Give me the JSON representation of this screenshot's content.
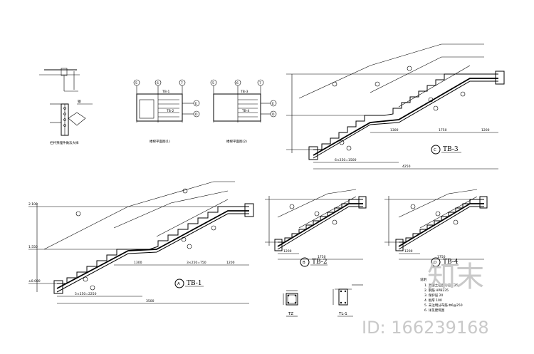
{
  "stairs": {
    "tb1": {
      "label": "TB-1",
      "circle": "A",
      "dims_bottom": [
        "5×250=2250",
        "3500"
      ],
      "dims_mid": [
        "1300",
        "3×250=750",
        "1200"
      ],
      "levels": [
        "2.100",
        "1.550",
        "±0.000"
      ]
    },
    "tb2": {
      "label": "TB-2",
      "circle": "B",
      "dims_bottom": [
        "1200",
        "1750"
      ]
    },
    "tb3": {
      "label": "TB-3",
      "circle": "C",
      "dims_bottom": [
        "6×250=1500",
        "4250"
      ],
      "dims_mid": [
        "1300",
        "1750",
        "1200"
      ]
    },
    "tb4": {
      "label": "TB-4",
      "circle": "D",
      "dims_bottom": [
        "1200",
        "1750"
      ]
    }
  },
  "sections": {
    "tz": "TZ",
    "tl1": "TL-1"
  },
  "plans": {
    "plan1_title": "楼梯平面图(1)",
    "plan2_title": "楼梯平面图(2)",
    "grid_top": [
      "5",
      "6",
      "7"
    ],
    "grid_right": [
      "E",
      "D"
    ]
  },
  "detail_title": "栏杆预埋件做法大样",
  "notes_heading": "说明",
  "notes": [
    "1. 混凝土强度等级 C25",
    "2. 钢筋 HPB235",
    "3. 保护层 20",
    "4. 板厚 100",
    "5. 未注明分布筋 Φ6@250",
    "6. 详见建筑图"
  ],
  "watermark": {
    "logo": "知末",
    "id": "ID: 166239168"
  }
}
